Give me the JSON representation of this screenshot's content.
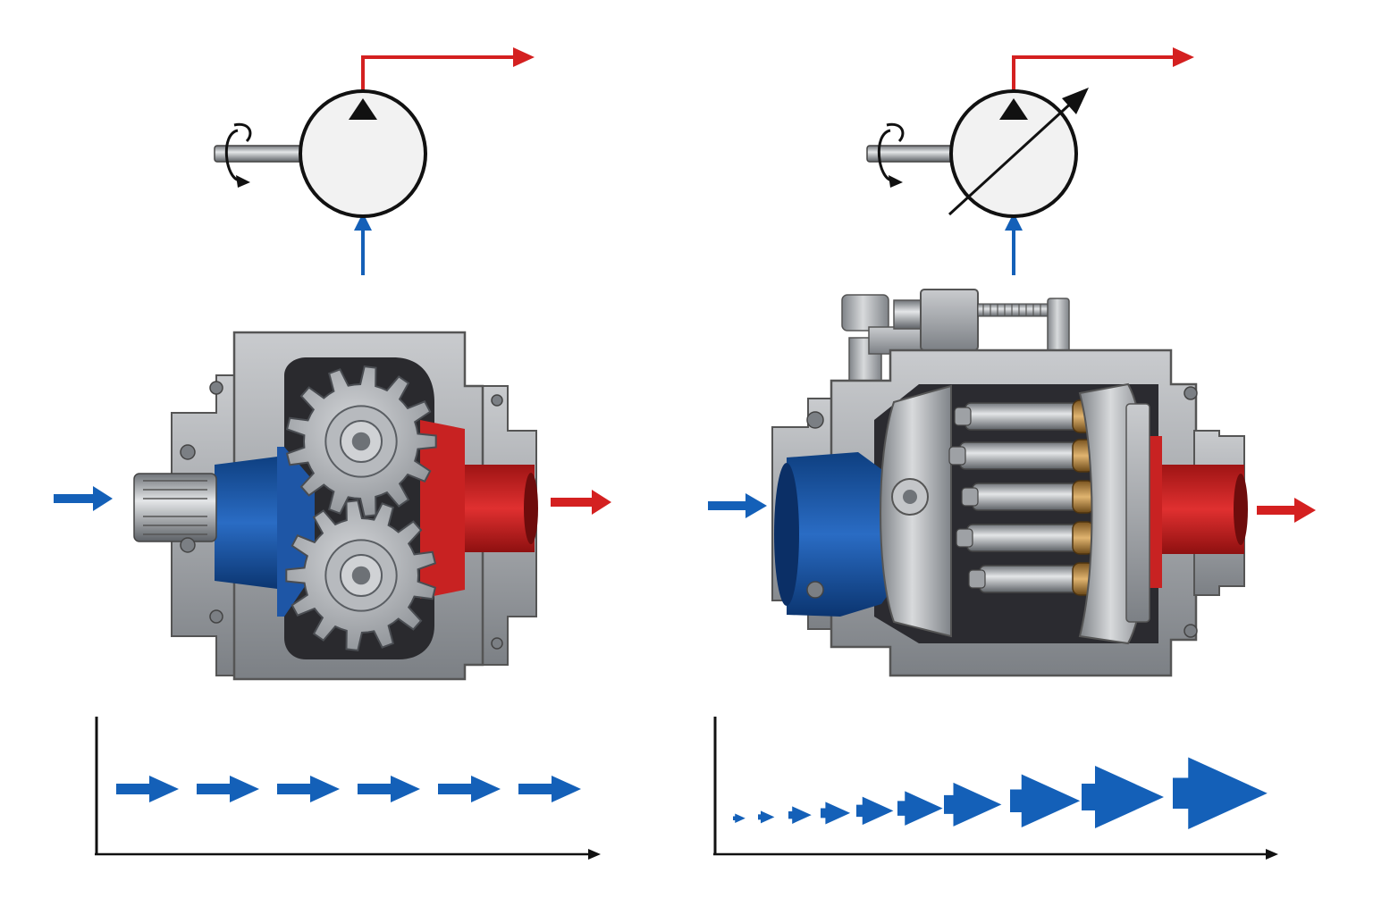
{
  "colors": {
    "background": "#ffffff",
    "pressure_red": "#d42020",
    "suction_blue": "#1460b8",
    "casing_steel": "#a7aaae",
    "casing_dark": "#6f7378",
    "symbol_fill": "#f2f2f2",
    "line_black": "#111111",
    "bronze": "#b88a4a"
  },
  "panels": [
    {
      "id": "fixed-displacement",
      "symbol": {
        "variable_displacement": false,
        "icons": [
          "shaft-rotation-icon",
          "pump-triangle-icon"
        ]
      },
      "cutaway": {
        "kind": "external gear pump",
        "icons": [
          "gear-icon",
          "gear-icon",
          "splined-shaft-icon"
        ]
      },
      "flow_graph": {
        "arrow_count": 6,
        "relative_sizes": [
          1,
          1,
          1,
          1,
          1,
          1
        ]
      }
    },
    {
      "id": "variable-displacement",
      "symbol": {
        "variable_displacement": true,
        "icons": [
          "shaft-rotation-icon",
          "pump-triangle-icon",
          "variable-arrow-icon"
        ]
      },
      "cutaway": {
        "kind": "axial piston pump",
        "icons": [
          "piston-icon",
          "swashplate-icon",
          "adjusting-screw-icon"
        ]
      },
      "flow_graph": {
        "arrow_count": 10,
        "relative_sizes": [
          0.15,
          0.2,
          0.28,
          0.36,
          0.45,
          0.55,
          0.7,
          0.85,
          1.0,
          1.15
        ]
      }
    }
  ]
}
